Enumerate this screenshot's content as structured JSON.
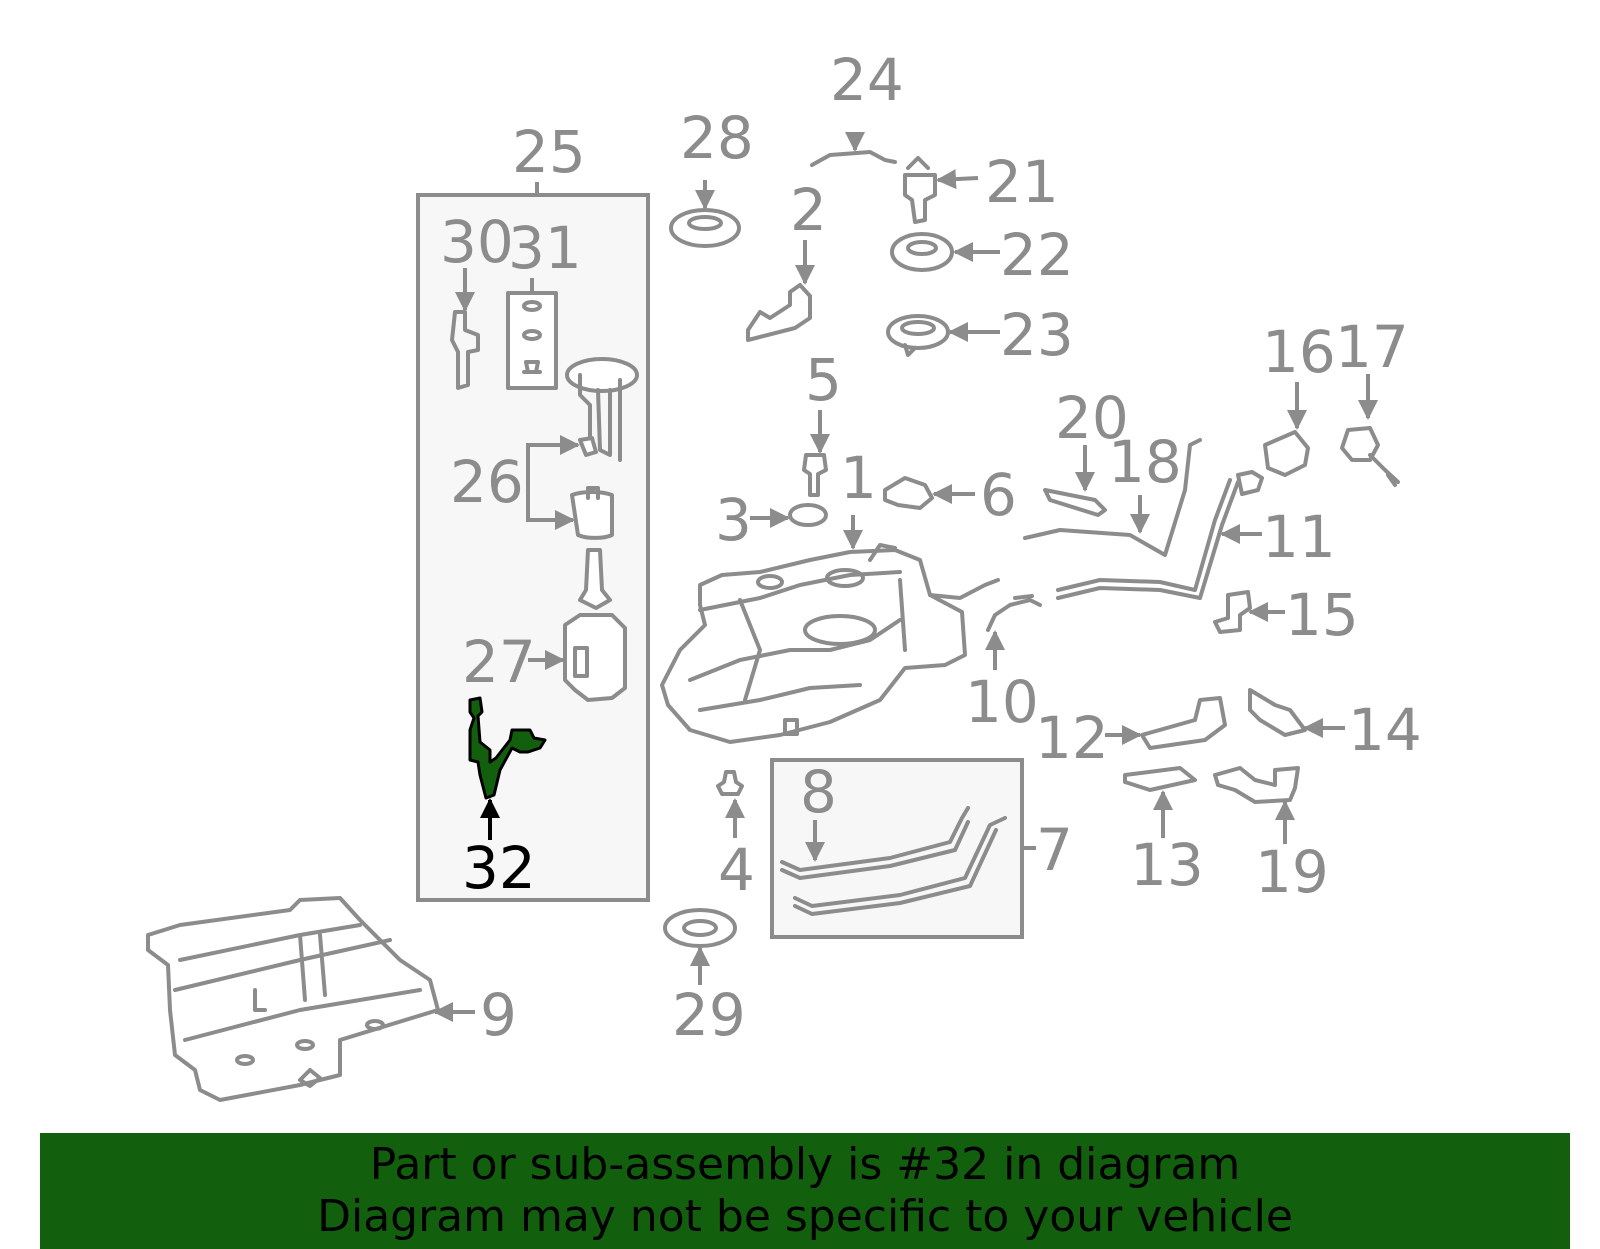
{
  "diagram": {
    "highlight_color": "#12600d",
    "line_color": "#8c8c8c",
    "callouts": [
      "1",
      "2",
      "3",
      "4",
      "5",
      "6",
      "7",
      "8",
      "9",
      "10",
      "11",
      "12",
      "13",
      "14",
      "15",
      "16",
      "17",
      "18",
      "19",
      "20",
      "21",
      "22",
      "23",
      "24",
      "25",
      "26",
      "27",
      "28",
      "29",
      "30",
      "31",
      "32"
    ],
    "highlighted_part": "32"
  },
  "banner": {
    "line1": "Part or sub-assembly is #32 in diagram",
    "line2": "Diagram may not be specific to your vehicle",
    "background": "#12600d"
  }
}
